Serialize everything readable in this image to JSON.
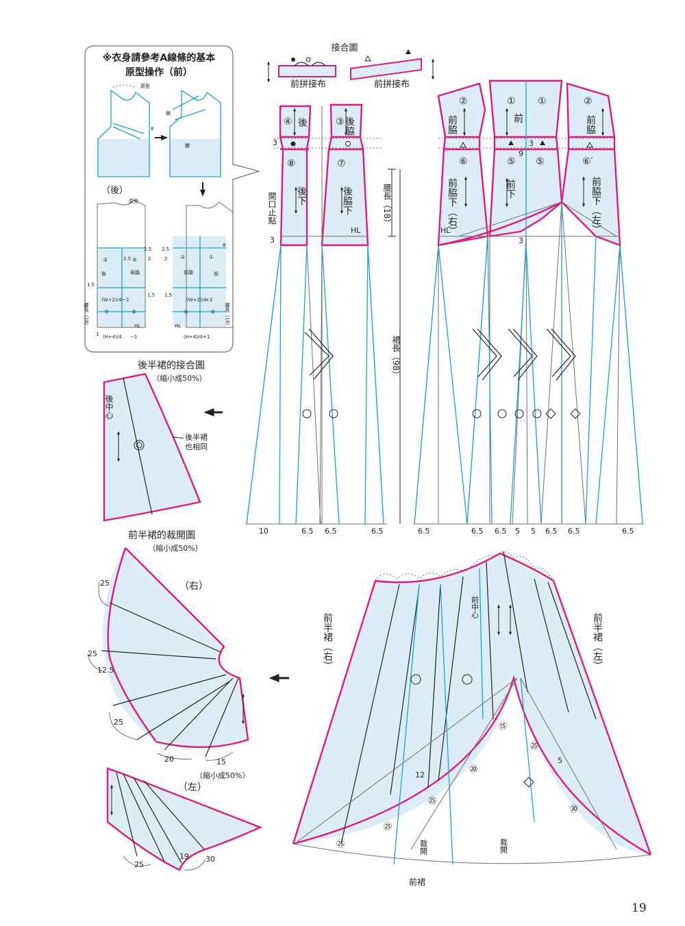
{
  "callout": {
    "line1": "※衣身請參考A線條的基本",
    "line2": "原型操作（前）",
    "back_label": "（後）",
    "prototype": "原型",
    "open": "開",
    "close": "闔",
    "front": "前",
    "front_side": "前脇",
    "back": "後",
    "back_side": "後脇",
    "waist_len": "腰長（18）",
    "hl": "HL",
    "w_formula": "(W+2)/4",
    "h_formula": "(H+4)/4",
    "n_2_5": "2.5",
    "n_2": "2",
    "n_1_5": "1.5",
    "n_1": "1",
    "n_8": "8",
    "n_minus_2": "−2",
    "n_plus_2": "+2",
    "n_minus_1": "−1",
    "n_plus_1": "+1"
  },
  "joint": {
    "title": "接合圖",
    "left_label": "前拼接布",
    "right_label": "前拼接布"
  },
  "main": {
    "n3": "3",
    "n9": "9",
    "back_u": "後",
    "back_side_u": "後脇",
    "back_l": "後下",
    "back_side_l": "後脇下",
    "open_stop": "開口止點",
    "waist_len": "腰長（18）",
    "skirt_len": "裙長（98）",
    "hl": "HL",
    "front_side_u": "前脇",
    "front_u": "前",
    "front_side_r": "前脇下（右）",
    "front_l": "前下",
    "front_side_left": "前脇下（左）",
    "n1": "①",
    "n2": "②",
    "n3c": "③",
    "n4": "④",
    "n5": "⑤",
    "n6": "⑥",
    "n6p": "⑥′",
    "n7": "⑦",
    "n8": "⑧",
    "hem": [
      "10",
      "6.5",
      "6.5",
      "6.5",
      "6.5",
      "6.5",
      "6.5",
      "5",
      "5",
      "6.5",
      "6.5",
      "6.5"
    ]
  },
  "back_half": {
    "title": "後半裙的接合圖",
    "scale": "（縮小成50%）",
    "center": "後中心",
    "note1": "後半裙",
    "note2": "也相同"
  },
  "front_cut": {
    "title": "前半裙的裁開圖",
    "scale": "（縮小成50%）",
    "right": "（右）",
    "left": "（左）",
    "scale2": "（縮小成50%）",
    "n25a": "25",
    "n25b": "25",
    "n12_5": "12.5",
    "n25c": "25",
    "n20": "20",
    "n15": "15",
    "n25d": "25",
    "n19": "19",
    "n30": "30"
  },
  "front_skirt": {
    "right": "前半裙（右）",
    "left": "前半裙（左）",
    "center": "前中心",
    "hem": "前裙",
    "cut1": "裁開",
    "cut2": "裁開",
    "n12": "12",
    "n5": "5",
    "c15": "⑮",
    "c20": "⑳",
    "c25": "㉕",
    "c30": "㉚"
  },
  "page_number": "19"
}
